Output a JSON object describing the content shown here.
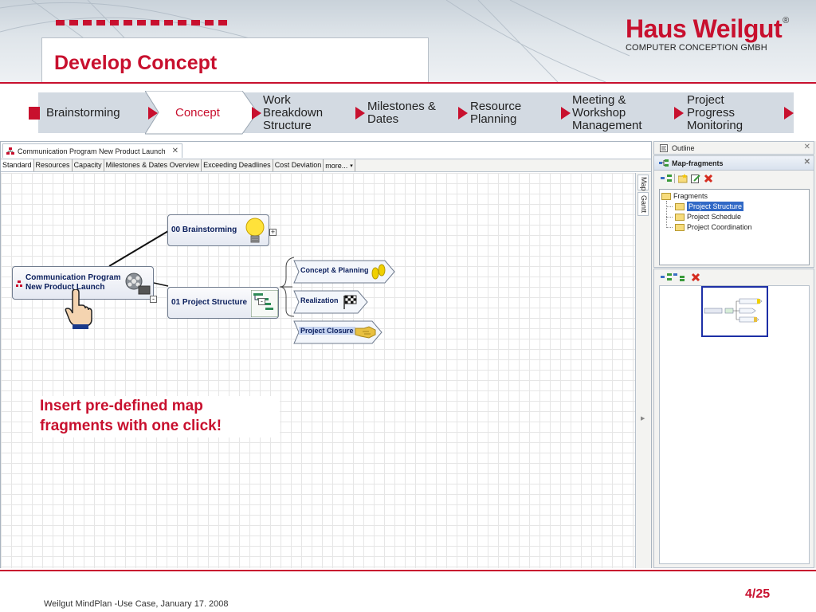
{
  "header": {
    "title": "Develop Concept",
    "logo_main": "Haus Weilgut",
    "logo_reg": "®",
    "logo_sub": "COMPUTER CONCEPTION  GMBH"
  },
  "process": {
    "steps": [
      {
        "label": "Brainstorming"
      },
      {
        "label": "Concept"
      },
      {
        "label": "Work Breakdown Structure"
      },
      {
        "label": "Milestones & Dates"
      },
      {
        "label": "Resource Planning"
      },
      {
        "label": "Meeting & Workshop Management"
      },
      {
        "label": "Project Progress Monitoring"
      }
    ],
    "active": "Concept"
  },
  "editor": {
    "document_tab": "Communication Program New Product Launch",
    "view_tabs": [
      "Standard",
      "Resources",
      "Capacity",
      "Milestones & Dates Overview",
      "Exceeding Deadlines",
      "Cost Deviation",
      "more..."
    ],
    "side_tabs": [
      "Map",
      "Gantt"
    ]
  },
  "mindmap": {
    "root": "Communication Program New Product Launch",
    "root_line1": "Communication Program",
    "root_line2": "New Product Launch",
    "nodes": {
      "brainstorming": "00 Brainstorming",
      "project_structure": "01 Project Structure"
    },
    "fragments": {
      "concept_planning": "Concept & Planning",
      "realization": "Realization",
      "project_closure": "Project Closure"
    },
    "toggle_collapsed": "+",
    "toggle_expanded": "-"
  },
  "callout": {
    "line1": "Insert pre-defined map",
    "line2": "fragments with one click!"
  },
  "panels": {
    "outline_title": "Outline",
    "fragments_title": "Map-fragments",
    "tree": {
      "root": "Fragments",
      "items": [
        "Project Structure",
        "Project Schedule",
        "Project Coordination"
      ],
      "selected": "Project Structure"
    }
  },
  "footer": {
    "text": "Weilgut MindPlan -Use Case, January 17. 2008",
    "page": "4/25"
  },
  "colors": {
    "brand_red": "#c8102e",
    "node_text": "#0a1e5c",
    "selection": "#3169c6"
  }
}
